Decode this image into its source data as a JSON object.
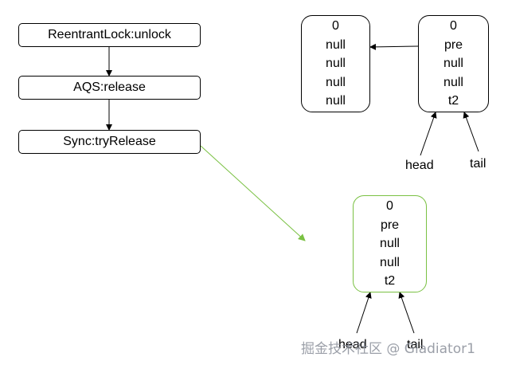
{
  "flow": {
    "steps": [
      "ReentrantLock:unlock",
      "AQS:release",
      "Sync:tryRelease"
    ]
  },
  "queue_before": {
    "node_a": [
      "0",
      "null",
      "null",
      "null",
      "null"
    ],
    "node_b": [
      "0",
      "pre",
      "null",
      "null",
      "t2"
    ],
    "head_label": "head",
    "tail_label": "tail"
  },
  "queue_after": {
    "node": [
      "0",
      "pre",
      "null",
      "null",
      "t2"
    ],
    "head_label": "head",
    "tail_label": "tail"
  },
  "watermark": "掘金技术社区 @ Gladiator1",
  "colors": {
    "line": "#000000",
    "accent_green": "#7ac143",
    "watermark": "#8a8f99"
  }
}
